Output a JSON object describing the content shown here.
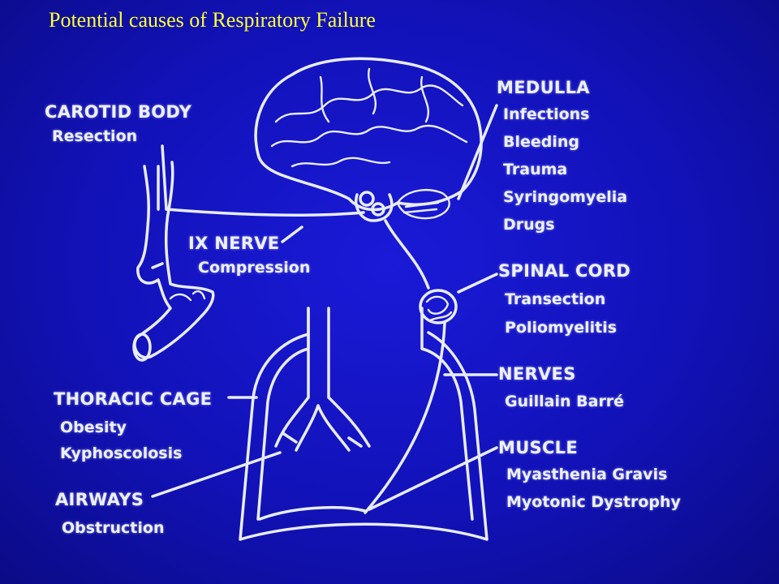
{
  "title": "Potential causes of Respiratory Failure",
  "labels": {
    "carotid_body": {
      "heading": "CAROTID BODY",
      "items": [
        "Resection"
      ]
    },
    "ix_nerve": {
      "heading": "IX NERVE",
      "items": [
        "Compression"
      ]
    },
    "thoracic_cage": {
      "heading": "THORACIC CAGE",
      "items": [
        "Obesity",
        "Kyphoscolosis"
      ]
    },
    "airways": {
      "heading": "AIRWAYS",
      "items": [
        "Obstruction"
      ]
    },
    "medulla": {
      "heading": "MEDULLA",
      "items": [
        "Infections",
        "Bleeding",
        "Trauma",
        "Syringomyelia",
        "Drugs"
      ]
    },
    "spinal_cord": {
      "heading": "SPINAL CORD",
      "items": [
        "Transection",
        "Poliomyelitis"
      ]
    },
    "nerves": {
      "heading": "NERVES",
      "items": [
        "Guillain Barré"
      ]
    },
    "muscle": {
      "heading": "MUSCLE",
      "items": [
        "Myasthenia Gravis",
        "Myotonic Dystrophy"
      ]
    }
  },
  "colors": {
    "background": "#1212b8",
    "title": "#ffff33",
    "line_art": "#e8ecff"
  }
}
